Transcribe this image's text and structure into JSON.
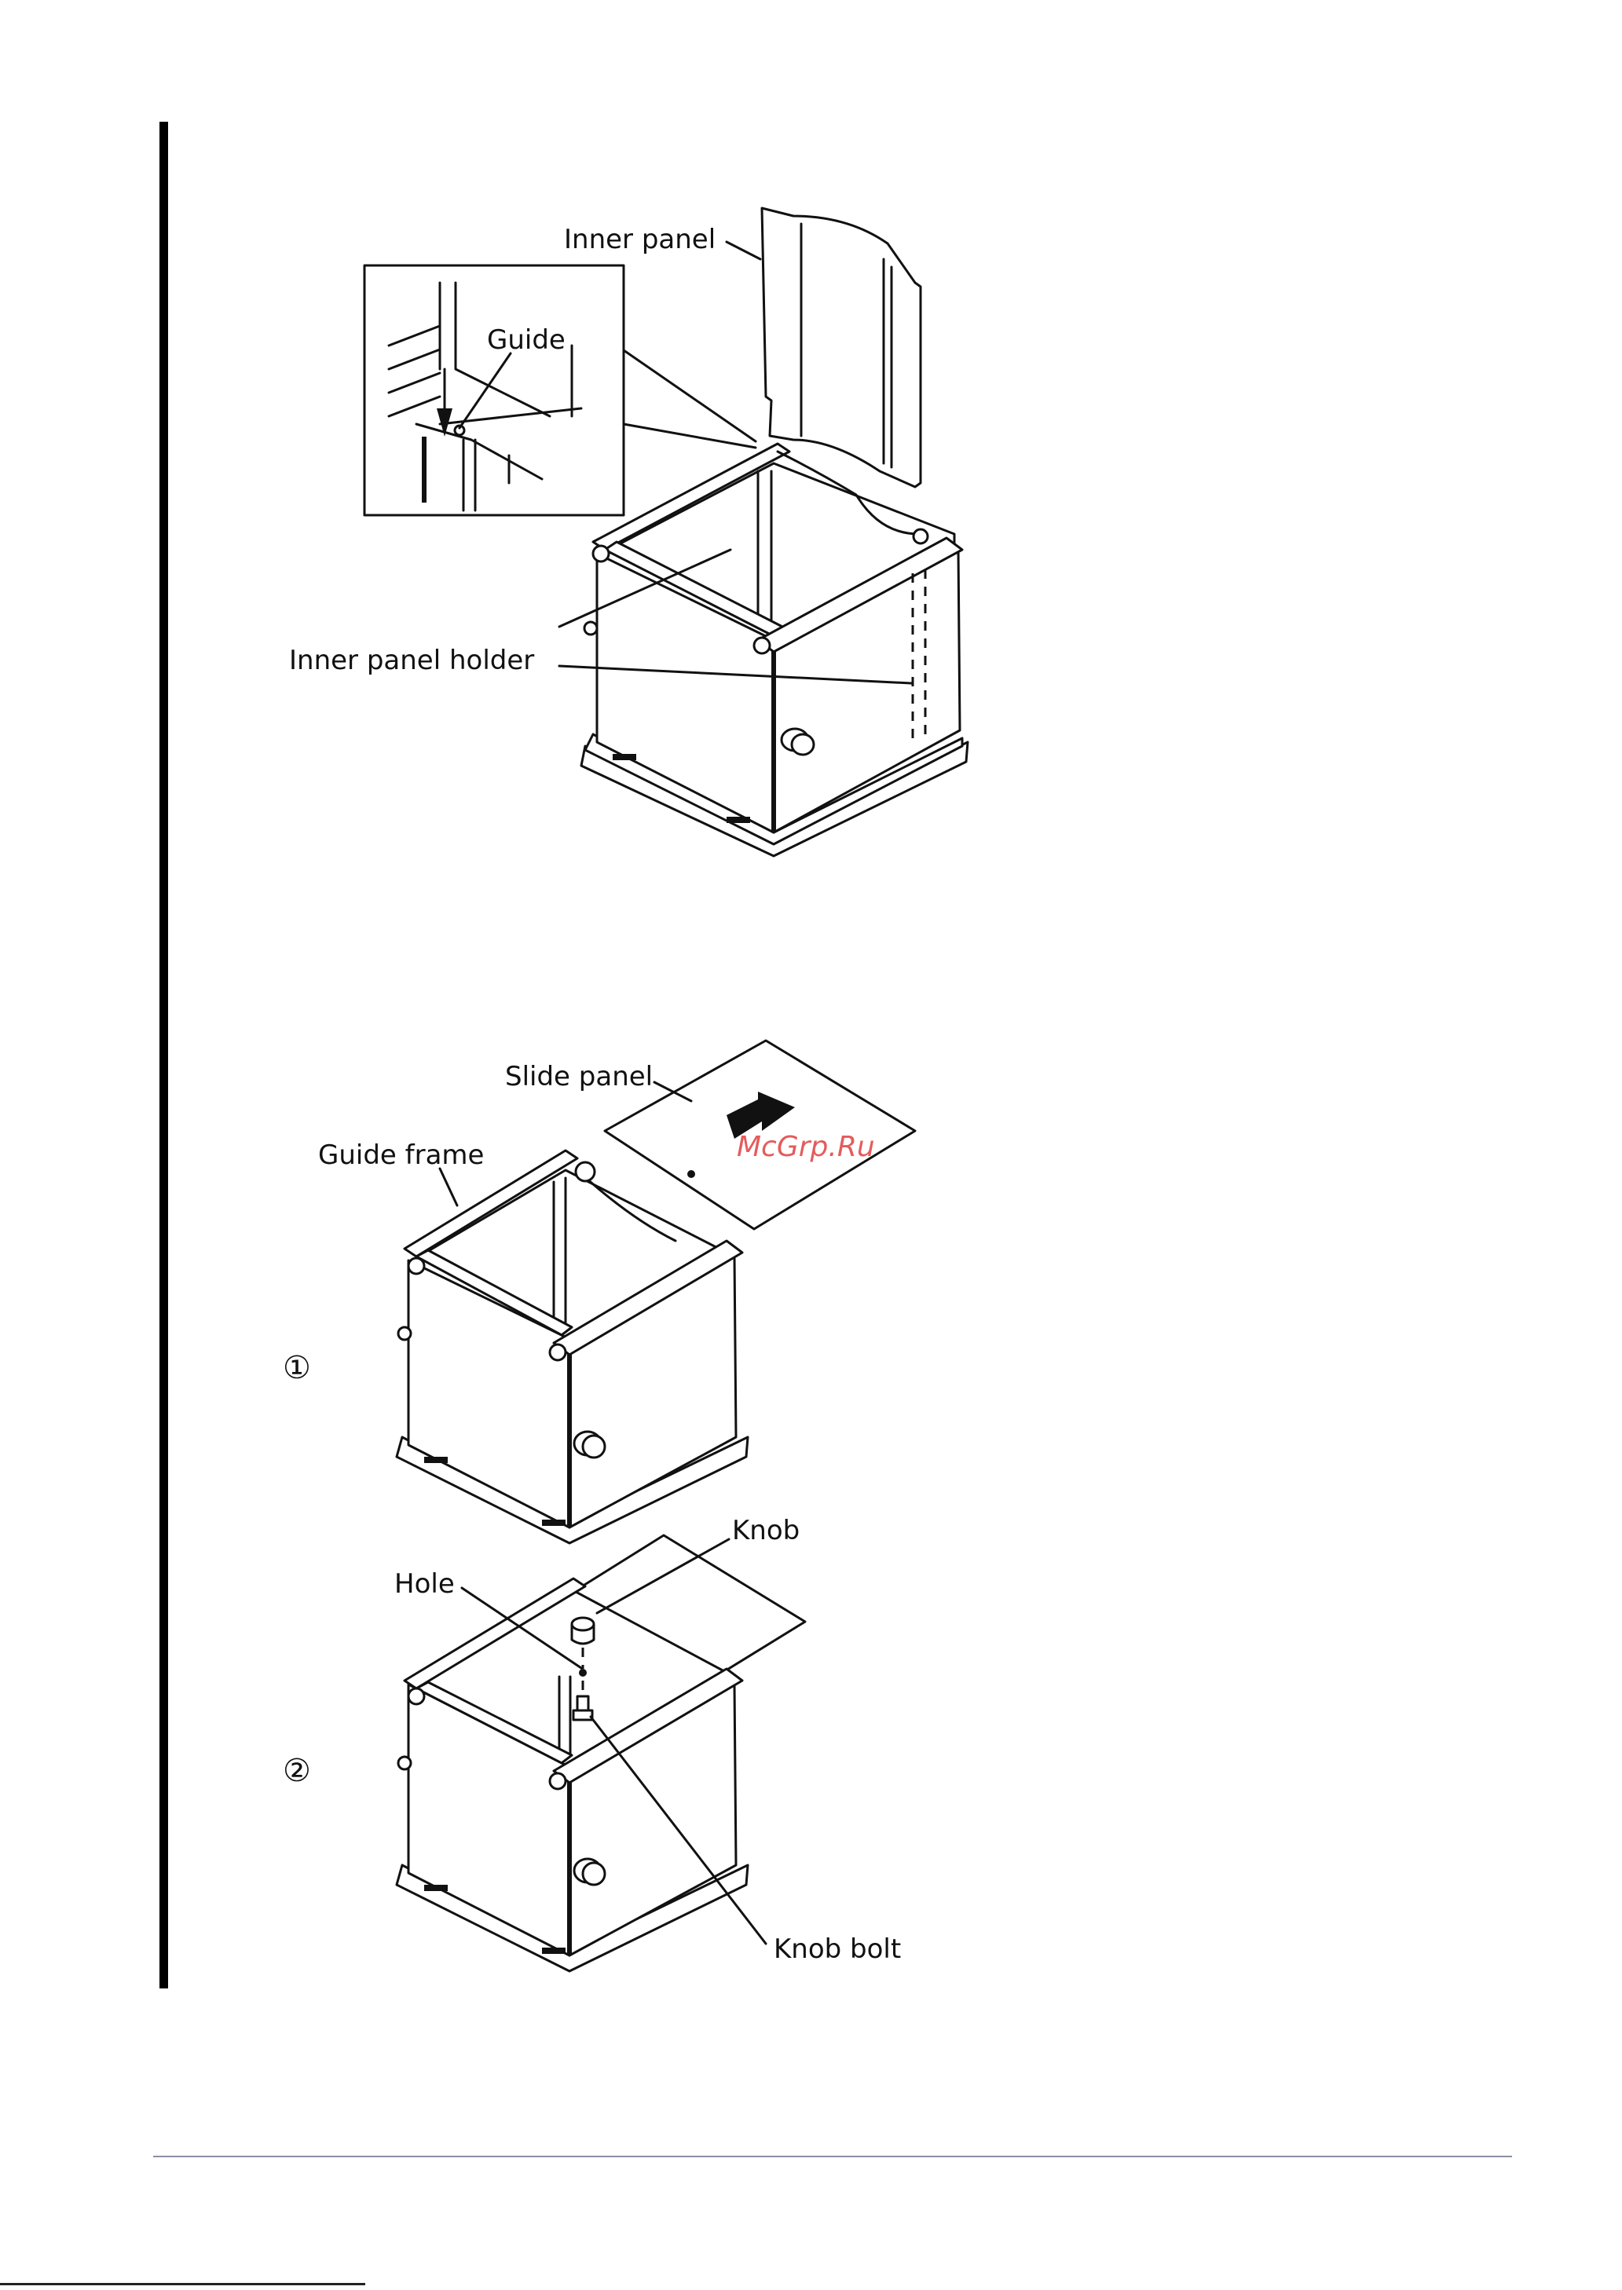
{
  "labels": {
    "inner_panel": "Inner panel",
    "guide": "Guide",
    "inner_panel_holder": "Inner panel holder",
    "slide_panel": "Slide panel",
    "guide_frame": "Guide frame",
    "knob": "Knob",
    "hole": "Hole",
    "knob_bolt": "Knob bolt"
  },
  "steps": {
    "step1": "①",
    "step2": "②"
  },
  "watermark": "McGrp.Ru"
}
